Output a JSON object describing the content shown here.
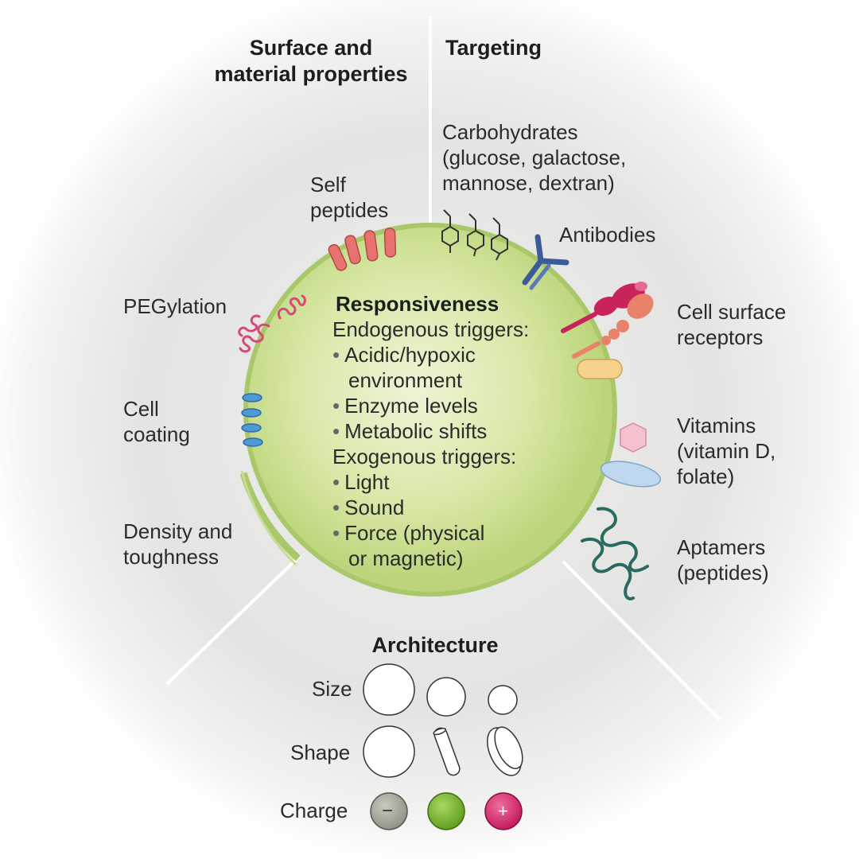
{
  "sections": {
    "surface": "Surface and\nmaterial properties",
    "targeting": "Targeting",
    "architecture": "Architecture"
  },
  "responsiveness": {
    "title": "Responsiveness",
    "endogenous_header": "Endogenous triggers:",
    "endogenous": [
      "Acidic/hypoxic",
      "environment",
      "Enzyme levels",
      "Metabolic shifts"
    ],
    "exogenous_header": "Exogenous triggers:",
    "exogenous": [
      "Light",
      "Sound",
      "Force (physical",
      "or magnetic)"
    ]
  },
  "surface_labels": {
    "self_peptides": "Self\npeptides",
    "pegylation": "PEGylation",
    "cell_coating": "Cell\ncoating",
    "density": "Density and\ntoughness"
  },
  "targeting_labels": {
    "carbohydrates": "Carbohydrates\n(glucose, galactose,\nmannose, dextran)",
    "antibodies": "Antibodies",
    "cell_surface_receptors": "Cell surface\nreceptors",
    "vitamins": "Vitamins\n(vitamin D,\nfolate)",
    "aptamers": "Aptamers\n(peptides)"
  },
  "architecture_rows": {
    "size": "Size",
    "shape": "Shape",
    "charge": "Charge",
    "charge_symbols": [
      "−",
      "+"
    ]
  },
  "colors": {
    "sphere_fill": "#cfe09a",
    "sphere_rim": "#a9c86a",
    "peptide": "#e8726f",
    "peg": "#d44a7a",
    "coating": "#4f9ad6",
    "antibody": "#3d5a99",
    "receptor": "#c8245a",
    "receptor_light": "#e8826a",
    "vitamin_hex": "#f4c1cc",
    "vitamin_ellipse": "#bfd8ef",
    "aptamer": "#2a6b61",
    "neg_charge": "#9a9a8c",
    "neutral_charge": "#7ab52e",
    "pos_charge": "#d4246a"
  }
}
